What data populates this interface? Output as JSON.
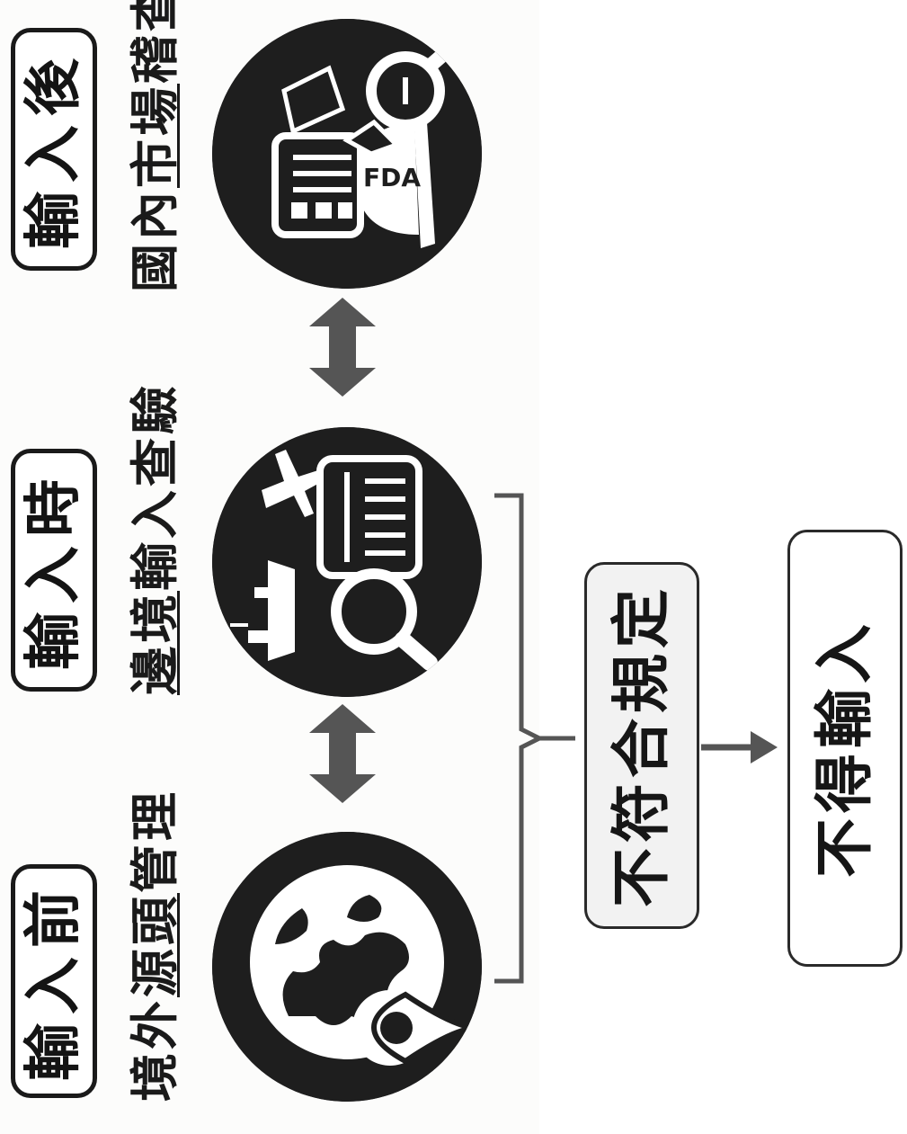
{
  "stages": [
    {
      "id": "before",
      "label": "輸入前",
      "desc_plain": "境外",
      "desc_underlined": "源頭",
      "desc_rest": "管理",
      "icon": "globe-location-icon"
    },
    {
      "id": "during",
      "label": "輸入時",
      "desc_plain": "",
      "desc_underlined": "邊境",
      "desc_rest": "輸入查驗",
      "icon": "customs-inspection-icon"
    },
    {
      "id": "after",
      "label": "輸入後",
      "desc_plain": "國內",
      "desc_underlined": "市場",
      "desc_rest": "稽查",
      "icon": "fda-market-audit-icon"
    }
  ],
  "outcome": {
    "condition": "不符合規定",
    "result": "不得輸入"
  },
  "fda_badge_text": "FDA",
  "colors": {
    "circle": "#1e1e1e",
    "arrow": "#555555",
    "box_fill": "#f2f2f2"
  }
}
